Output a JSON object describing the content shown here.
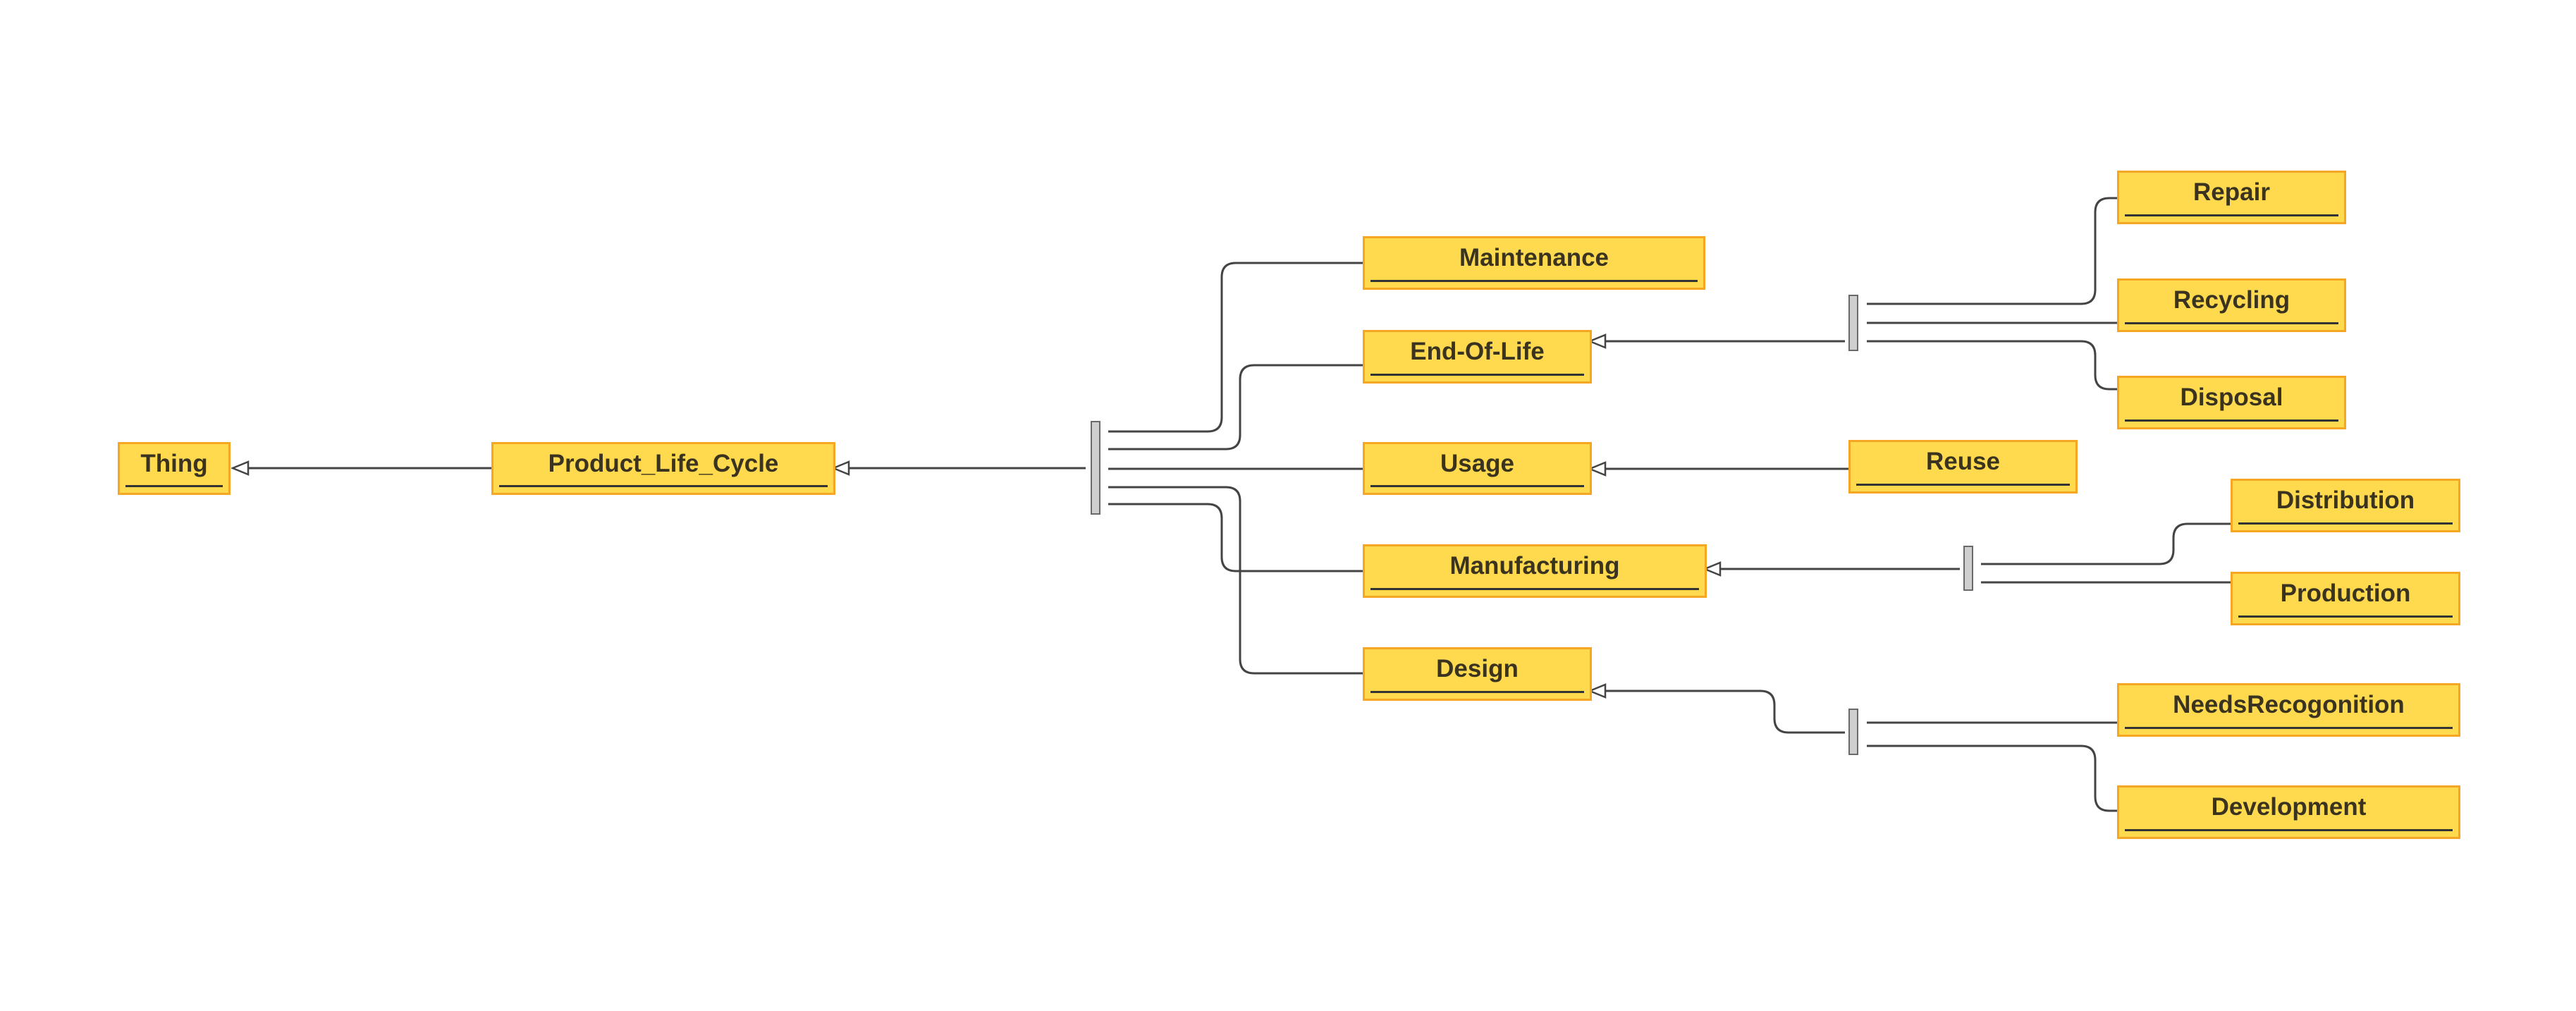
{
  "diagram": {
    "colors": {
      "node_fill": "#ffda4e",
      "node_border": "#f5a623",
      "edge": "#444444",
      "bar_fill": "#cfcfcf"
    },
    "nodes": {
      "thing": "Thing",
      "product_life_cycle": "Product_Life_Cycle",
      "maintenance": "Maintenance",
      "end_of_life": "End-Of-Life",
      "usage": "Usage",
      "manufacturing": "Manufacturing",
      "design": "Design",
      "repair": "Repair",
      "recycling": "Recycling",
      "disposal": "Disposal",
      "reuse": "Reuse",
      "distribution": "Distribution",
      "production": "Production",
      "needs_recognition": "NeedsRecogonition",
      "development": "Development"
    },
    "subclass_of": [
      {
        "child": "product_life_cycle",
        "parent": "thing"
      },
      {
        "child": "maintenance",
        "parent": "product_life_cycle"
      },
      {
        "child": "end_of_life",
        "parent": "product_life_cycle"
      },
      {
        "child": "usage",
        "parent": "product_life_cycle"
      },
      {
        "child": "manufacturing",
        "parent": "product_life_cycle"
      },
      {
        "child": "design",
        "parent": "product_life_cycle"
      },
      {
        "child": "repair",
        "parent": "end_of_life"
      },
      {
        "child": "recycling",
        "parent": "end_of_life"
      },
      {
        "child": "disposal",
        "parent": "end_of_life"
      },
      {
        "child": "reuse",
        "parent": "usage"
      },
      {
        "child": "distribution",
        "parent": "manufacturing"
      },
      {
        "child": "production",
        "parent": "manufacturing"
      },
      {
        "child": "needs_recognition",
        "parent": "design"
      },
      {
        "child": "development",
        "parent": "design"
      }
    ]
  }
}
